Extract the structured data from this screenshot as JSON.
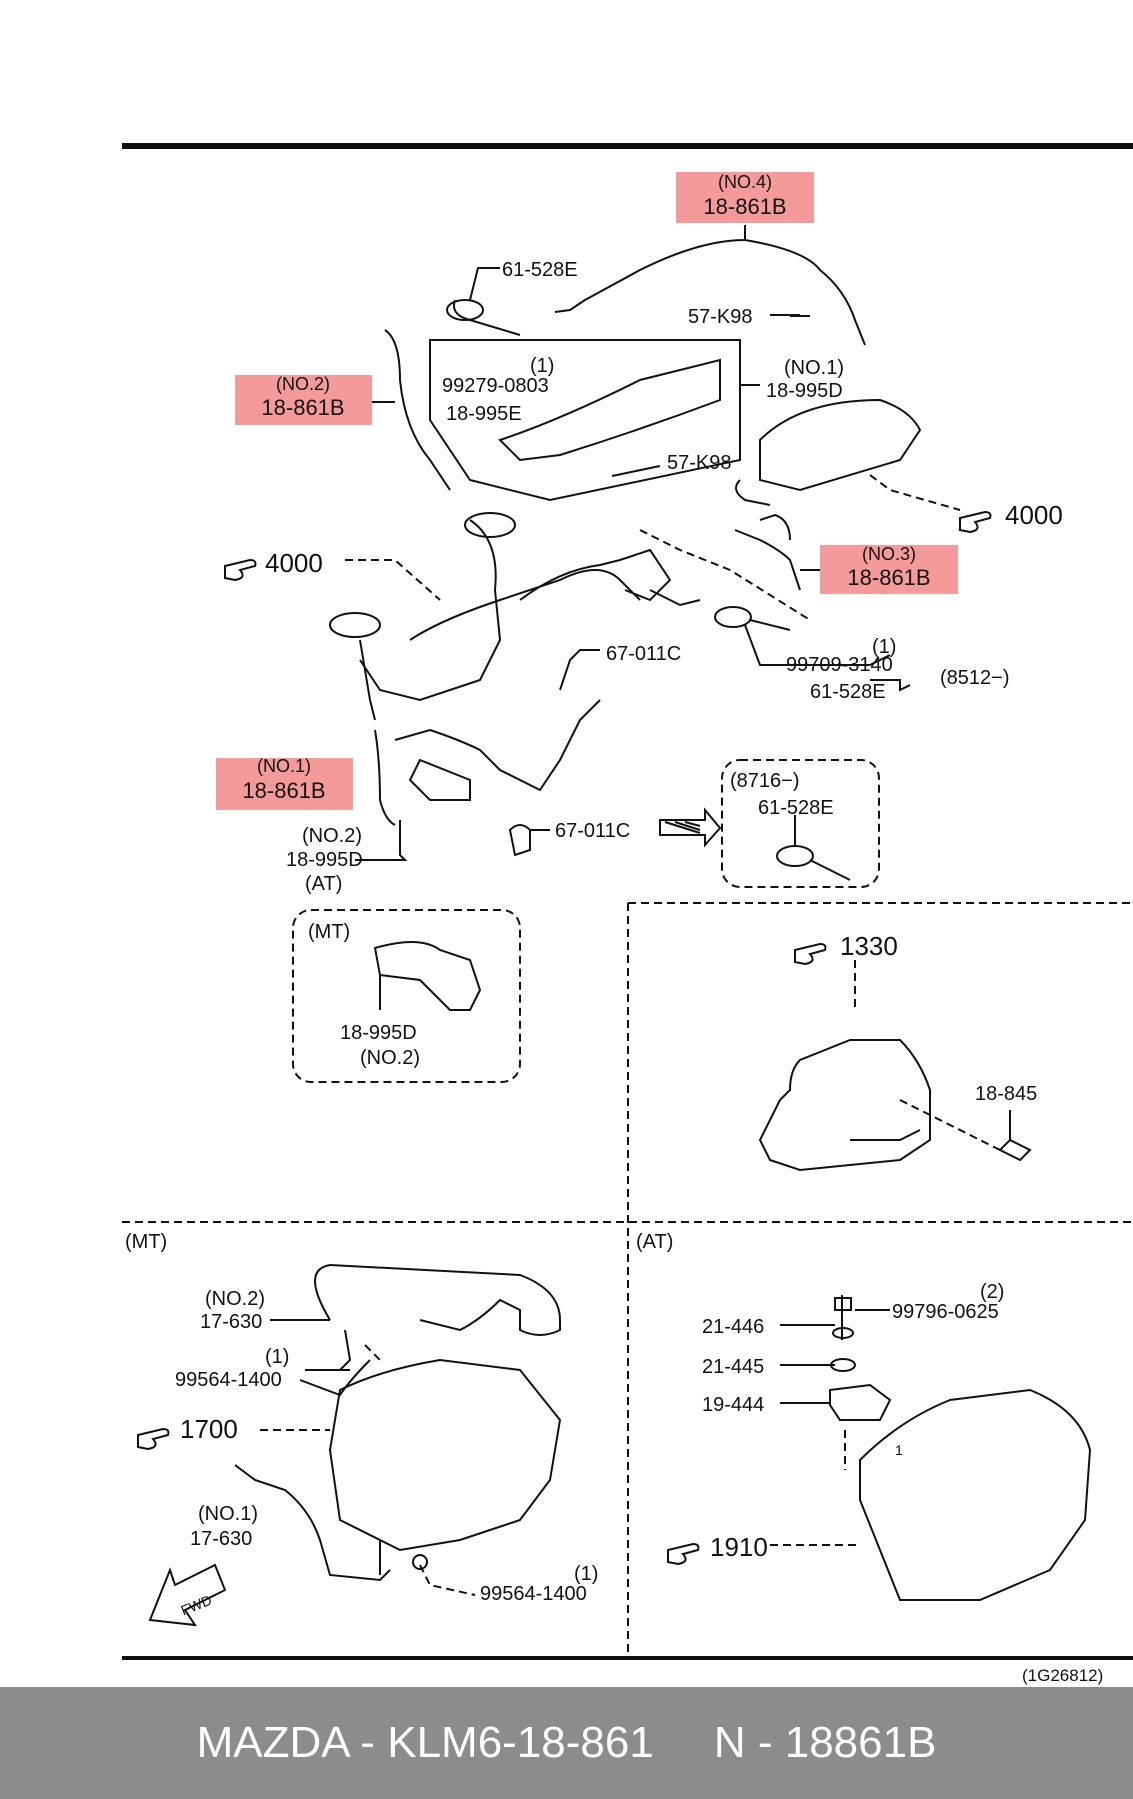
{
  "callouts": {
    "no4_tag": "(NO.4)",
    "no4_part": "18-861B",
    "no2_tag": "(NO.2)",
    "no2_part": "18-861B",
    "no3_tag": "(NO.3)",
    "no3_part": "18-861B",
    "no1_tag": "(NO.1)",
    "no1_part": "18-861B"
  },
  "labels": {
    "p61528E_top": "61-528E",
    "p57K98_a": "57-K98",
    "qty1_a": "(1)",
    "p99279": "99279-0803",
    "p18995E": "18-995E",
    "no1_tag_b": "(NO.1)",
    "p18995D_top": "18-995D",
    "p57K98_b": "57-K98",
    "ref4000_right": "4000",
    "ref4000_left": "4000",
    "p67011C_top": "67-011C",
    "qty1_b": "(1)",
    "p99709": "99709-3140",
    "range8512": "(8512−)",
    "p61528E_mid": "61-528E",
    "range8716": "(8716−)",
    "p61528E_box": "61-528E",
    "p67011C_bottom": "67-011C",
    "no2_tag_b": "(NO.2)",
    "p18995D_at": "18-995D",
    "at_label": "(AT)",
    "mt_box_label": "(MT)",
    "p18995D_mt": "18-995D",
    "mt_no2": "(NO.2)",
    "ref1330": "1330",
    "p18845": "18-845",
    "mt_section": "(MT)",
    "at_section": "(AT)",
    "mt_no2_b": "(NO.2)",
    "p17630_a": "17-630",
    "qty1_c": "(1)",
    "p99564_a": "99564-1400",
    "ref1700": "1700",
    "mt_no1": "(NO.1)",
    "p17630_b": "17-630",
    "qty1_d": "(1)",
    "p99564_b": "99564-1400",
    "fwd": "FWD",
    "qty2": "(2)",
    "p99796": "99796-0625",
    "p21446": "21-446",
    "p21445": "21-445",
    "p19444": "19-444",
    "qty1_e": "1",
    "ref1910": "1910",
    "drawing_no": "(1G26812)"
  },
  "colors": {
    "highlight": "#f59a9a",
    "line": "#111111",
    "footer_bg": "#8c8c8c",
    "footer_text": "#ffffff"
  },
  "footer": {
    "left": "MAZDA - KLM6-18-861",
    "right": "N - 18861B"
  }
}
